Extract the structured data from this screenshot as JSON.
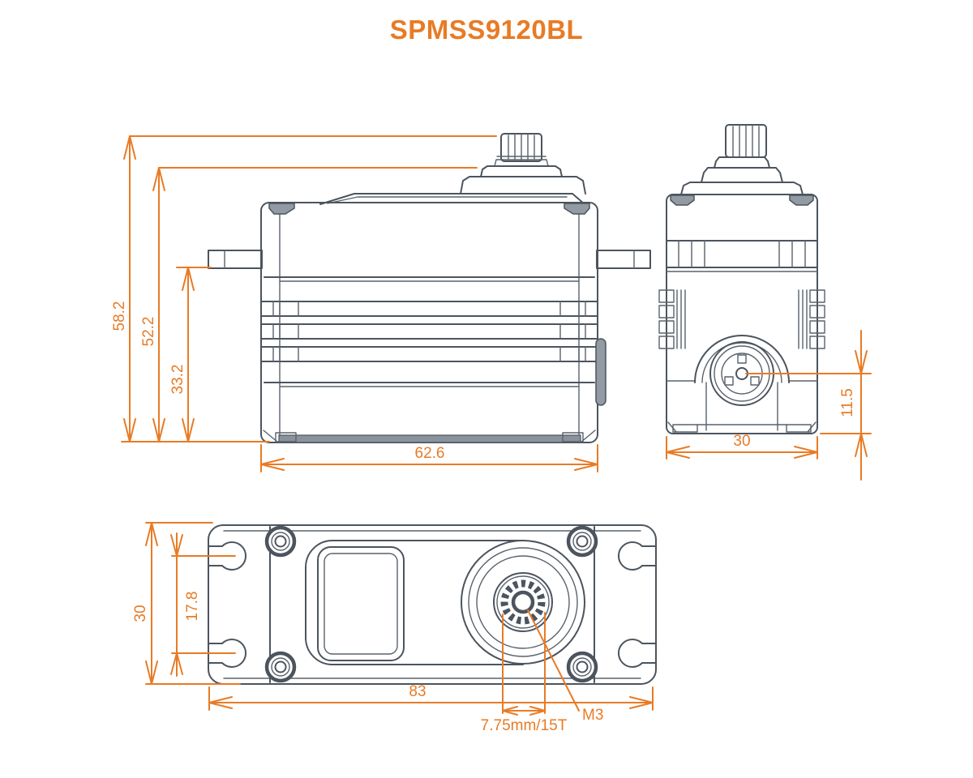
{
  "title": "SPMSS9120BL",
  "colors": {
    "accent": "#E87B25",
    "line": "#4C545E",
    "background": "#FFFFFF"
  },
  "drawing": {
    "front_view": {
      "dims": {
        "total_height": "58.2",
        "upper_height": "52.2",
        "body_height": "33.2",
        "body_width": "62.6"
      }
    },
    "side_view": {
      "dims": {
        "case_width": "30",
        "bottom_to_center": "11.5"
      }
    },
    "top_view": {
      "dims": {
        "case_depth": "30",
        "tab_slot_spacing": "17.8",
        "overall_length": "83",
        "spline": "7.75mm/15T",
        "screw_thread": "M3"
      }
    }
  }
}
